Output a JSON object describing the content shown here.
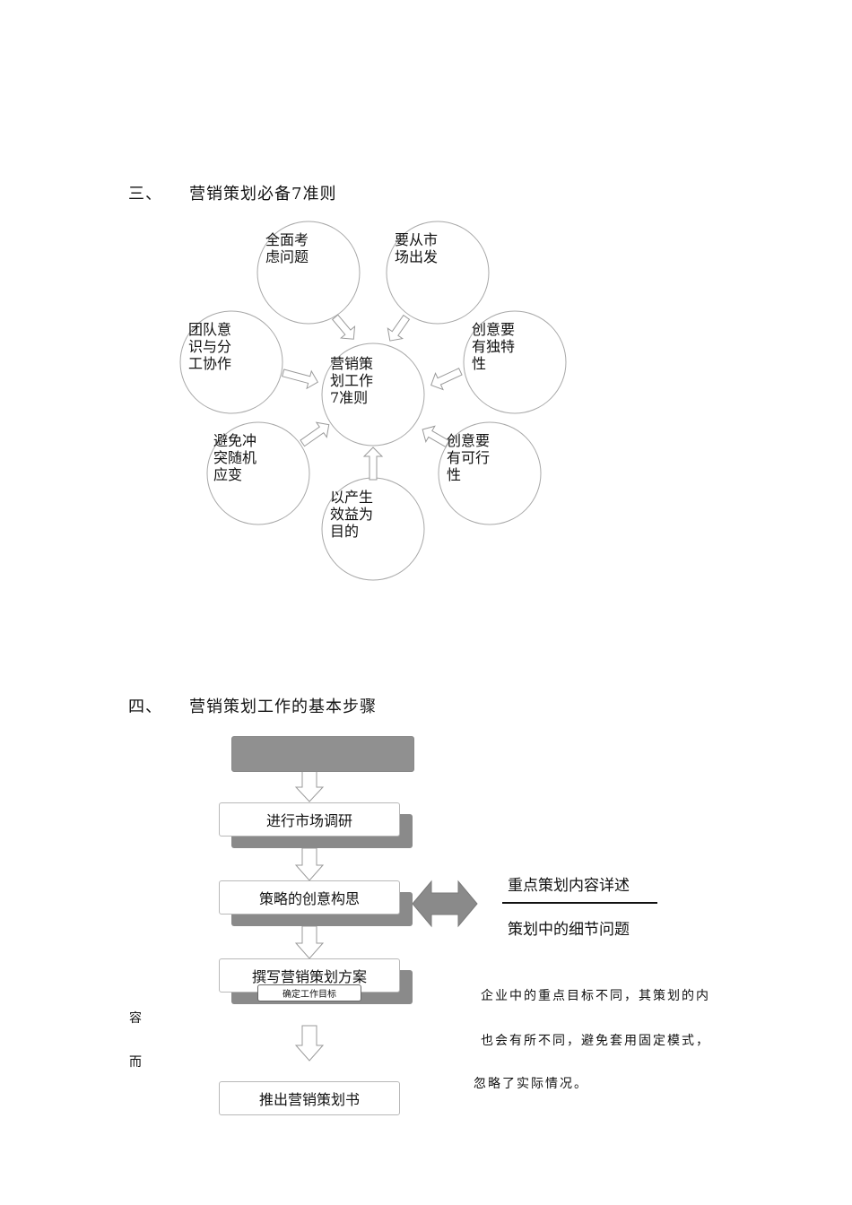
{
  "section3": {
    "number": "三、",
    "title": "营销策划必备7准则",
    "center": "营销策\n划工作\n7准则",
    "principles": [
      "全面考\n虑问题",
      "要从市\n场出发",
      "创意要\n有独特\n性",
      "创意要\n有可行\n性",
      "以产生\n效益为\n目的",
      "避免冲\n突随机\n应变",
      "团队意\n识与分\n工协作"
    ]
  },
  "section4": {
    "number": "四、",
    "title": "营销策划工作的基本步骤",
    "steps": [
      "进行市场调研",
      "策略的创意构思",
      "撰写营销策划方案",
      "推出营销策划书"
    ],
    "overlay_label": "确定工作目标",
    "side_top": "重点策划内容详述",
    "side_bottom": "策划中的细节问题",
    "note_lines": [
      "企业中的重点目标不同，其策划的内",
      "也会有所不同，避免套用固定模式，",
      "忽略了实际情况。"
    ],
    "margin_chars": [
      "容",
      "而"
    ]
  }
}
